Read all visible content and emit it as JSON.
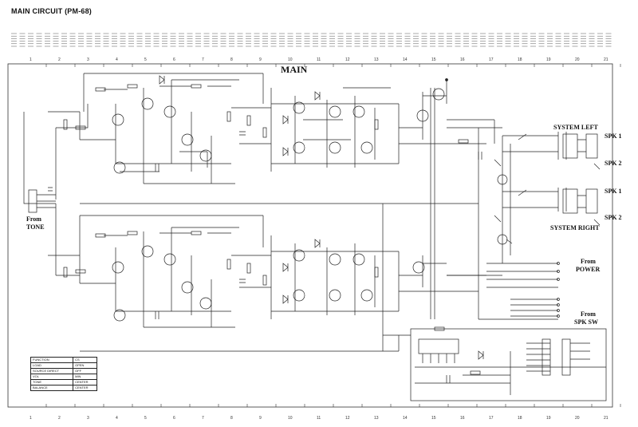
{
  "header": {
    "title": "MAIN CIRCUIT (PM-68)"
  },
  "diagram": {
    "section_title": "MAIN",
    "column_numbers": [
      "1",
      "2",
      "3",
      "4",
      "5",
      "6",
      "7",
      "8",
      "9",
      "10",
      "11",
      "12",
      "13",
      "14",
      "15",
      "16",
      "17",
      "18",
      "19",
      "20",
      "21"
    ],
    "labels": {
      "from_tone_1": "From",
      "from_tone_2": "TONE",
      "system_left": "SYSTEM LEFT",
      "system_right": "SYSTEM RIGHT",
      "spk1_top": "SPK 1",
      "spk2_top": "SPK 2",
      "spk1_bottom": "SPK 1",
      "spk2_bottom": "SPK 2",
      "from_power_1": "From",
      "from_power_2": "POWER",
      "from_spksw_1": "From",
      "from_spksw_2": "SPK SW"
    },
    "legend": [
      {
        "function": "FUNCTION",
        "state": "CS"
      },
      {
        "function": "LOAD",
        "state": "OPEN"
      },
      {
        "function": "SOURCE DIRECT",
        "state": "OFF"
      },
      {
        "function": "VOL",
        "state": "MIN"
      },
      {
        "function": "TONE",
        "state": "CENTER"
      },
      {
        "function": "BALANCE",
        "state": "CENTER"
      }
    ]
  }
}
